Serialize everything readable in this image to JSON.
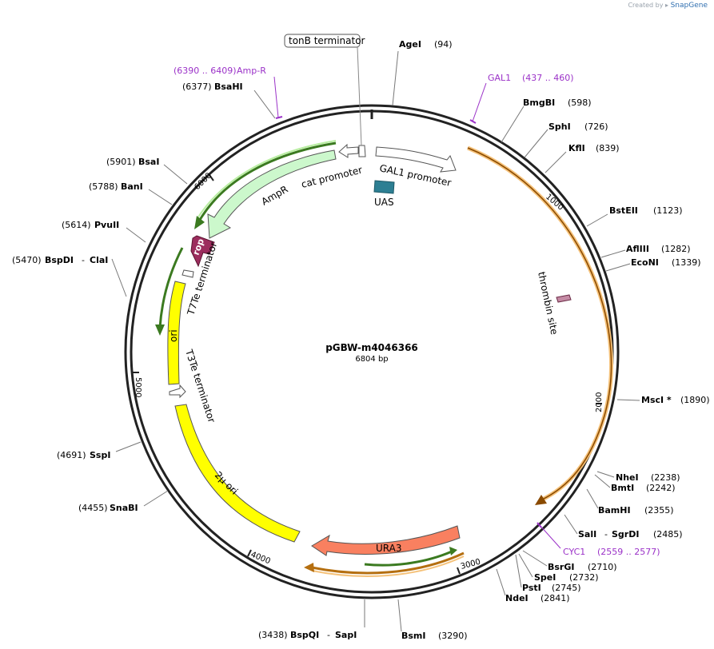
{
  "credit": {
    "prefix": "Created by",
    "brand": "SnapGene"
  },
  "plasmid": {
    "name": "pGBW-m4046366",
    "length": "6804 bp"
  },
  "ticks": [
    "1000",
    "2000",
    "3000",
    "4000",
    "5000",
    "6000"
  ],
  "sites": [
    {
      "id": "agei",
      "label": "AgeI",
      "pos": "(94)"
    },
    {
      "id": "bmgbi",
      "label": "BmgBI",
      "pos": "(598)"
    },
    {
      "id": "sphi",
      "label": "SphI",
      "pos": "(726)"
    },
    {
      "id": "kfli",
      "label": "KflI",
      "pos": "(839)"
    },
    {
      "id": "bsteii",
      "label": "BstEII",
      "pos": "(1123)"
    },
    {
      "id": "aflii",
      "label": "AflIII",
      "pos": "(1282)"
    },
    {
      "id": "econi",
      "label": "EcoNI",
      "pos": "(1339)"
    },
    {
      "id": "msci",
      "label": "MscI *",
      "pos": "(1890)"
    },
    {
      "id": "nhei",
      "label": "NheI",
      "pos": "(2238)"
    },
    {
      "id": "bmti",
      "label": "BmtI",
      "pos": "(2242)"
    },
    {
      "id": "bamhi",
      "label": "BamHI",
      "pos": "(2355)"
    },
    {
      "id": "sali",
      "label": "SalI",
      "sep": "-",
      "label2": "SgrDI",
      "pos": "(2485)"
    },
    {
      "id": "bsrgi",
      "label": "BsrGI",
      "pos": "(2710)"
    },
    {
      "id": "spei",
      "label": "SpeI",
      "pos": "(2732)"
    },
    {
      "id": "psti",
      "label": "PstI",
      "pos": "(2745)"
    },
    {
      "id": "ndei",
      "label": "NdeI",
      "pos": "(2841)"
    },
    {
      "id": "bsmi",
      "label": "BsmI",
      "pos": "(3290)"
    },
    {
      "id": "bspqi",
      "label": "BspQI",
      "sep": "-",
      "label2": "SapI",
      "pos": "(3438)"
    },
    {
      "id": "snabi",
      "label": "SnaBI",
      "pos": "(4455)"
    },
    {
      "id": "sspi",
      "label": "SspI",
      "pos": "(4691)"
    },
    {
      "id": "bspdi",
      "label": "BspDI",
      "sep": "-",
      "label2": "ClaI",
      "pos": "(5470)"
    },
    {
      "id": "pvuii",
      "label": "PvuII",
      "pos": "(5614)"
    },
    {
      "id": "bani",
      "label": "BanI",
      "pos": "(5788)"
    },
    {
      "id": "bsai",
      "label": "BsaI",
      "pos": "(5901)"
    },
    {
      "id": "bsahi",
      "label": "BsaHI",
      "pos": "(6377)"
    }
  ],
  "primers": [
    {
      "id": "gal1",
      "label": "GAL1",
      "range": "(437 .. 460)"
    },
    {
      "id": "ampr",
      "range": "(6390 .. 6409)",
      "label": "Amp-R"
    },
    {
      "id": "cyc1",
      "label": "CYC1",
      "range": "(2559 .. 2577)"
    }
  ],
  "features": {
    "tonb": "tonB terminator",
    "gal1_promoter": "GAL1 promoter",
    "cat_promoter": "cat promoter",
    "uas": "UAS",
    "ampr": "AmpR",
    "rop": "rop",
    "t7te": "T7Te terminator",
    "ori": "ori",
    "t3te": "T3Te terminator",
    "two_micron": "2μ ori",
    "ura3": "URA3",
    "thrombin": "thrombin site"
  },
  "colors": {
    "ampr": "#ccf8cc",
    "ampr_stroke": "#3b7a20",
    "ori": "#ffff00",
    "rop": "#9c2d5e",
    "ura3": "#f98060",
    "uas": "#2d7f93",
    "primer": "#9b32c8",
    "orf": "#f5c27a"
  }
}
